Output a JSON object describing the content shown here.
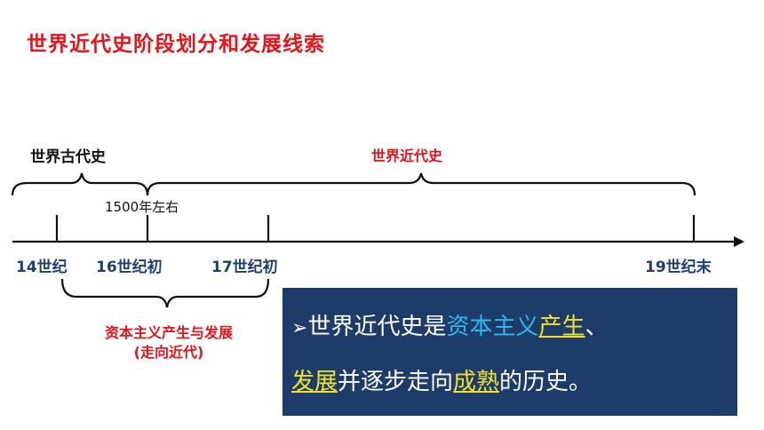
{
  "title": "世界近代史阶段划分和发展线索",
  "labels": {
    "ancient": "世界古代史",
    "modern": "世界近代史",
    "around_1500": "1500年左右",
    "capitalism_line1": "资本主义产生与发展",
    "capitalism_line2": "(走向近代)"
  },
  "timeline": {
    "ticks": [
      "14世纪",
      "16世纪初",
      "17世纪初",
      "19世纪末"
    ]
  },
  "summary": {
    "bullet": "➢",
    "p1": "世界近代史是",
    "p2": "资本主义",
    "p3": "产生",
    "p4": "、",
    "p5": "发展",
    "p6": "并逐步走向",
    "p7": "成熟",
    "p8": "的历史。"
  },
  "colors": {
    "title_red": "#e8141b",
    "box_navy": "#1d3c6a",
    "cyan": "#2eb9e8",
    "yellow": "#f3e22c",
    "year_blue": "#1f3f6e"
  }
}
